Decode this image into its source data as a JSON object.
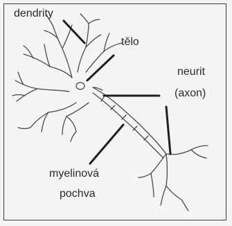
{
  "labels": {
    "dendrites": "dendrity",
    "body": "tělo",
    "neurite_line1": "neurit",
    "neurite_line2": "(axon)",
    "myelin_line1": "myelinová",
    "myelin_line2": "pochva"
  },
  "colors": {
    "background": "#f4f4f2",
    "line": "#4a4a4a",
    "pointer": "#1f1f1f",
    "text": "#2a2a2a"
  }
}
